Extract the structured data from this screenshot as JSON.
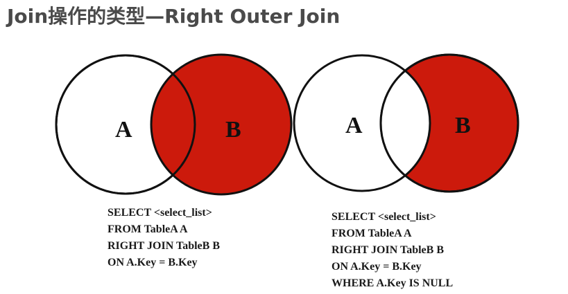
{
  "title": "Join操作的类型—Right Outer Join",
  "colors": {
    "fill": "#cc1a0c",
    "stroke": "#111111",
    "title": "#4a4a4a"
  },
  "diagrams": [
    {
      "label_a": "A",
      "label_b": "B",
      "highlight": "all-of-B",
      "sql": [
        "SELECT <select_list>",
        "FROM TableA A",
        "RIGHT JOIN TableB B",
        "ON A.Key = B.Key"
      ]
    },
    {
      "label_a": "A",
      "label_b": "B",
      "highlight": "B-only",
      "sql": [
        "SELECT <select_list>",
        "FROM TableA A",
        "RIGHT JOIN TableB B",
        "ON A.Key = B.Key",
        "WHERE A.Key IS NULL"
      ]
    }
  ]
}
